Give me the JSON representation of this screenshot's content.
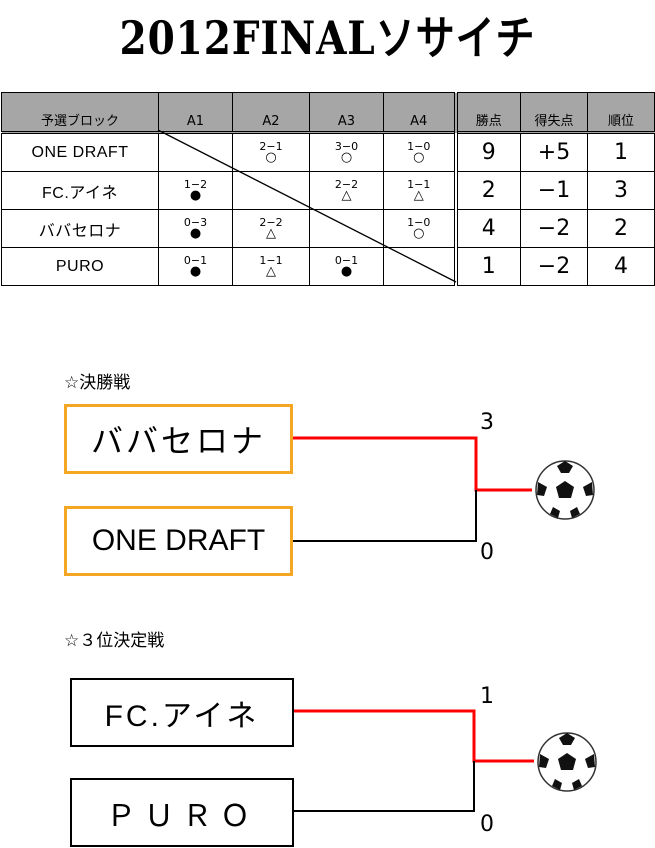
{
  "title": "2012FINALソサイチ",
  "table": {
    "headers": [
      "予選ブロック",
      "A1",
      "A2",
      "A3",
      "A4",
      "勝点",
      "得失点",
      "順位"
    ],
    "rows": [
      {
        "team": "ONE DRAFT",
        "cells": [
          null,
          {
            "score": "2−1",
            "mark": "○"
          },
          {
            "score": "3−0",
            "mark": "○"
          },
          {
            "score": "1−0",
            "mark": "○"
          }
        ],
        "points": "9",
        "diff": "+5",
        "rank": "1"
      },
      {
        "team": "FC.アイネ",
        "cells": [
          {
            "score": "1−2",
            "mark": "●"
          },
          null,
          {
            "score": "2−2",
            "mark": "△"
          },
          {
            "score": "1−1",
            "mark": "△"
          }
        ],
        "points": "2",
        "diff": "−1",
        "rank": "3"
      },
      {
        "team": "ババセロナ",
        "cells": [
          {
            "score": "0−3",
            "mark": "●"
          },
          {
            "score": "2−2",
            "mark": "△"
          },
          null,
          {
            "score": "1−0",
            "mark": "○"
          }
        ],
        "points": "4",
        "diff": "−2",
        "rank": "2"
      },
      {
        "team": "PURO",
        "cells": [
          {
            "score": "0−1",
            "mark": "●"
          },
          {
            "score": "1−1",
            "mark": "△"
          },
          {
            "score": "0−1",
            "mark": "●"
          },
          null
        ],
        "points": "1",
        "diff": "−2",
        "rank": "4"
      }
    ]
  },
  "final": {
    "label": "☆決勝戦",
    "team1": "ババセロナ",
    "team2": "ONE DRAFT",
    "score1": "3",
    "score2": "0"
  },
  "third": {
    "label": "☆３位決定戦",
    "team1": "FC.アイネ",
    "team2": "ＰＵＲＯ",
    "score1": "1",
    "score2": "0"
  },
  "colors": {
    "winner_line": "#ff0000",
    "final_box": "#f5a623"
  }
}
